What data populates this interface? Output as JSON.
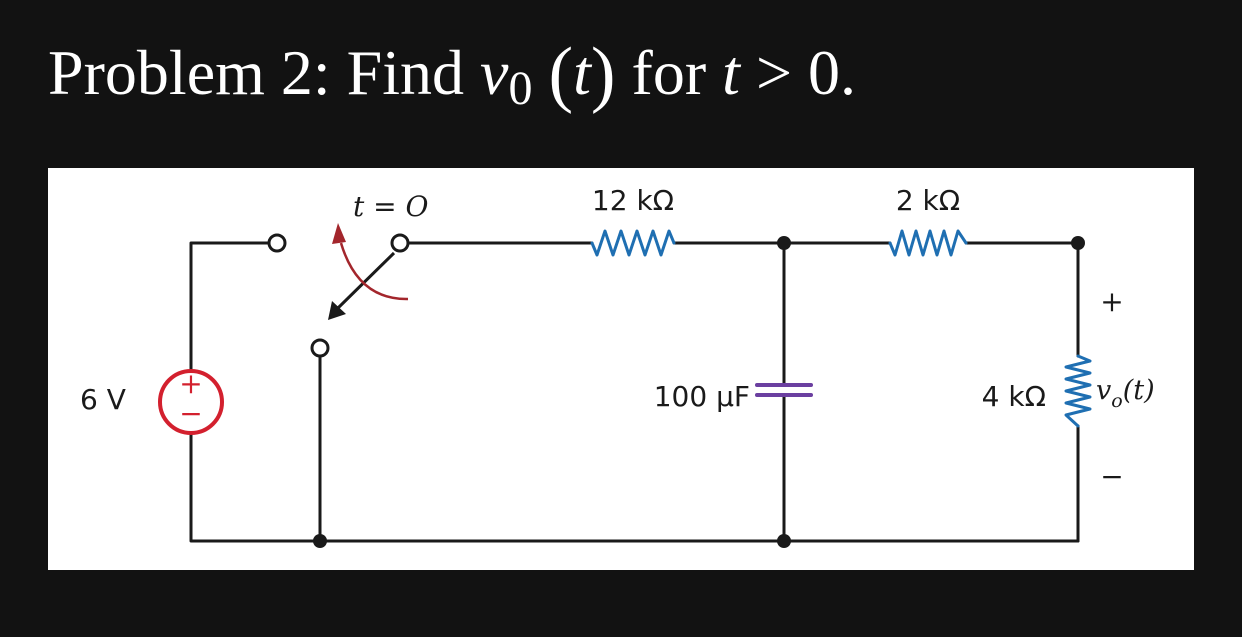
{
  "title": {
    "prefix": "Problem 2: Find ",
    "var": "v",
    "sub": "0",
    "paren_open": "(",
    "arg": "t",
    "paren_close": ")",
    "middle": " for ",
    "var2": "t",
    "condition": " > 0."
  },
  "circuit": {
    "source_label": "6 V",
    "source_plus": "+",
    "source_minus": "−",
    "switch_label": "t = O",
    "r1_label": "12 kΩ",
    "r2_label": "2 kΩ",
    "cap_label": "100 μF",
    "r3_label": "4 kΩ",
    "out_plus": "+",
    "out_minus": "−",
    "out_label": "v",
    "out_sub": "o",
    "out_arg": "(t)"
  },
  "colors": {
    "background": "#121212",
    "panel": "#ffffff",
    "wire": "#1a1a1a",
    "source": "#d3202e",
    "resistor": "#1f6fb2",
    "capacitor": "#6b3fa0",
    "switch_arrow": "#a3262c"
  }
}
